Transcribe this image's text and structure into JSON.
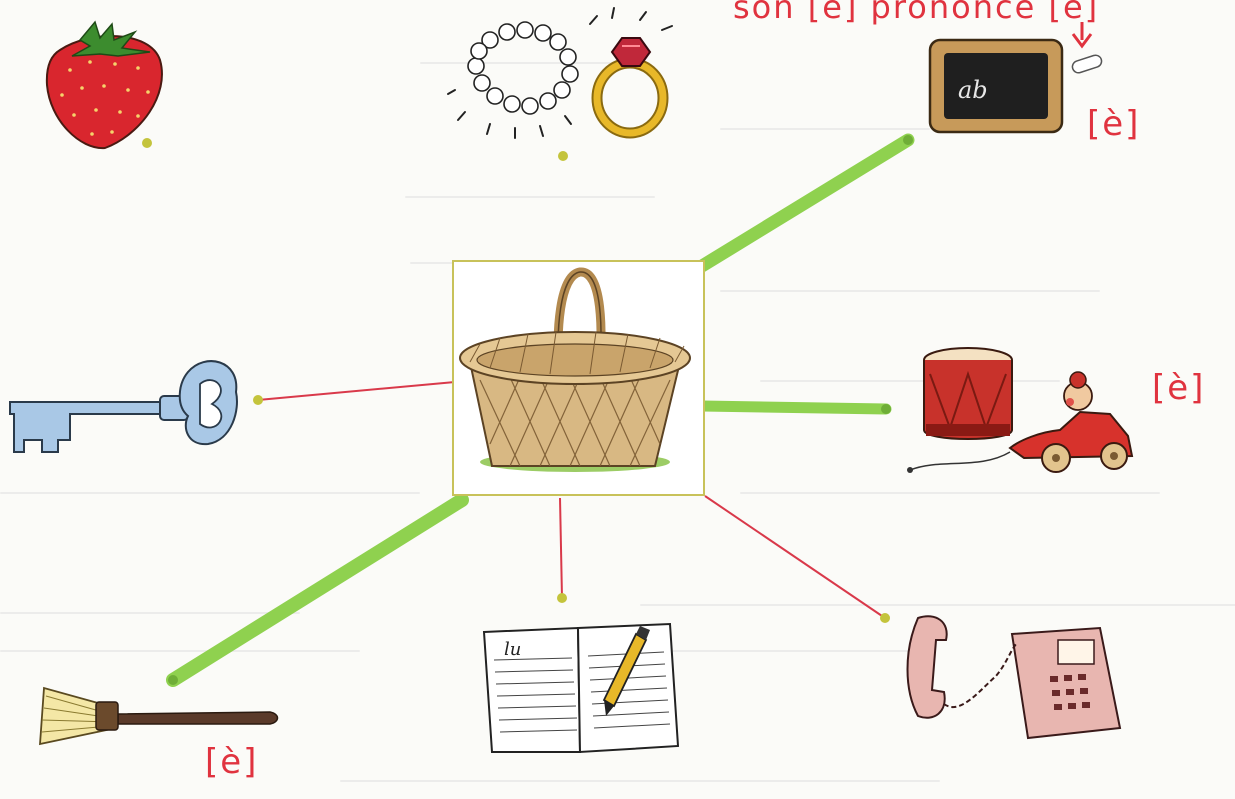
{
  "annotations": {
    "top_note": "son [è] prononcé [è]",
    "chalkboard": "[è]",
    "toys": "[è]",
    "broom": "[è]"
  },
  "chalkboard_writing": "ab",
  "notebook_writing": "lu",
  "colors": {
    "paper": "#fbfbf8",
    "red_line": "#d9394a",
    "green_highlight": "#8fd14f",
    "center_frame": "#c8c25a",
    "dot": "#c4c43c",
    "ink_red": "#e0333f"
  },
  "center": "basket-icon",
  "items": [
    {
      "icon": "strawberry-icon",
      "connection": "none"
    },
    {
      "icon": "jewelry-icon",
      "connection": "none"
    },
    {
      "icon": "chalkboard-icon",
      "connection": "green"
    },
    {
      "icon": "key-icon",
      "connection": "red"
    },
    {
      "icon": "drum-and-toy-car-icon",
      "connection": "green"
    },
    {
      "icon": "broom-icon",
      "connection": "green"
    },
    {
      "icon": "notebook-icon",
      "connection": "red"
    },
    {
      "icon": "telephone-icon",
      "connection": "red"
    }
  ]
}
